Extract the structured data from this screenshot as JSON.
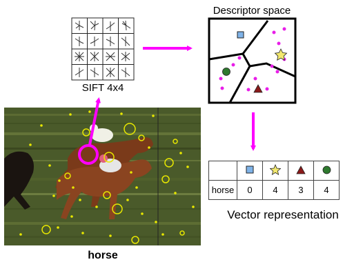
{
  "sift_label": "SIFT 4x4",
  "descriptor_space_label": "Descriptor space",
  "vector_caption": "Vector representation",
  "image_caption": "horse",
  "colors": {
    "arrow": "#ff00ff",
    "feature_circle": "#e8e800",
    "magenta_point": "#e81ee8",
    "square": "#7fb3e8",
    "star": "#f2e86e",
    "triangle": "#8b1a1a",
    "circle": "#2f7a2f"
  },
  "histogram": {
    "header_icons": [
      "square-icon",
      "star-icon",
      "triangle-icon",
      "circle-icon"
    ],
    "row_label": "horse",
    "values": [
      "0",
      "4",
      "3",
      "4"
    ]
  }
}
